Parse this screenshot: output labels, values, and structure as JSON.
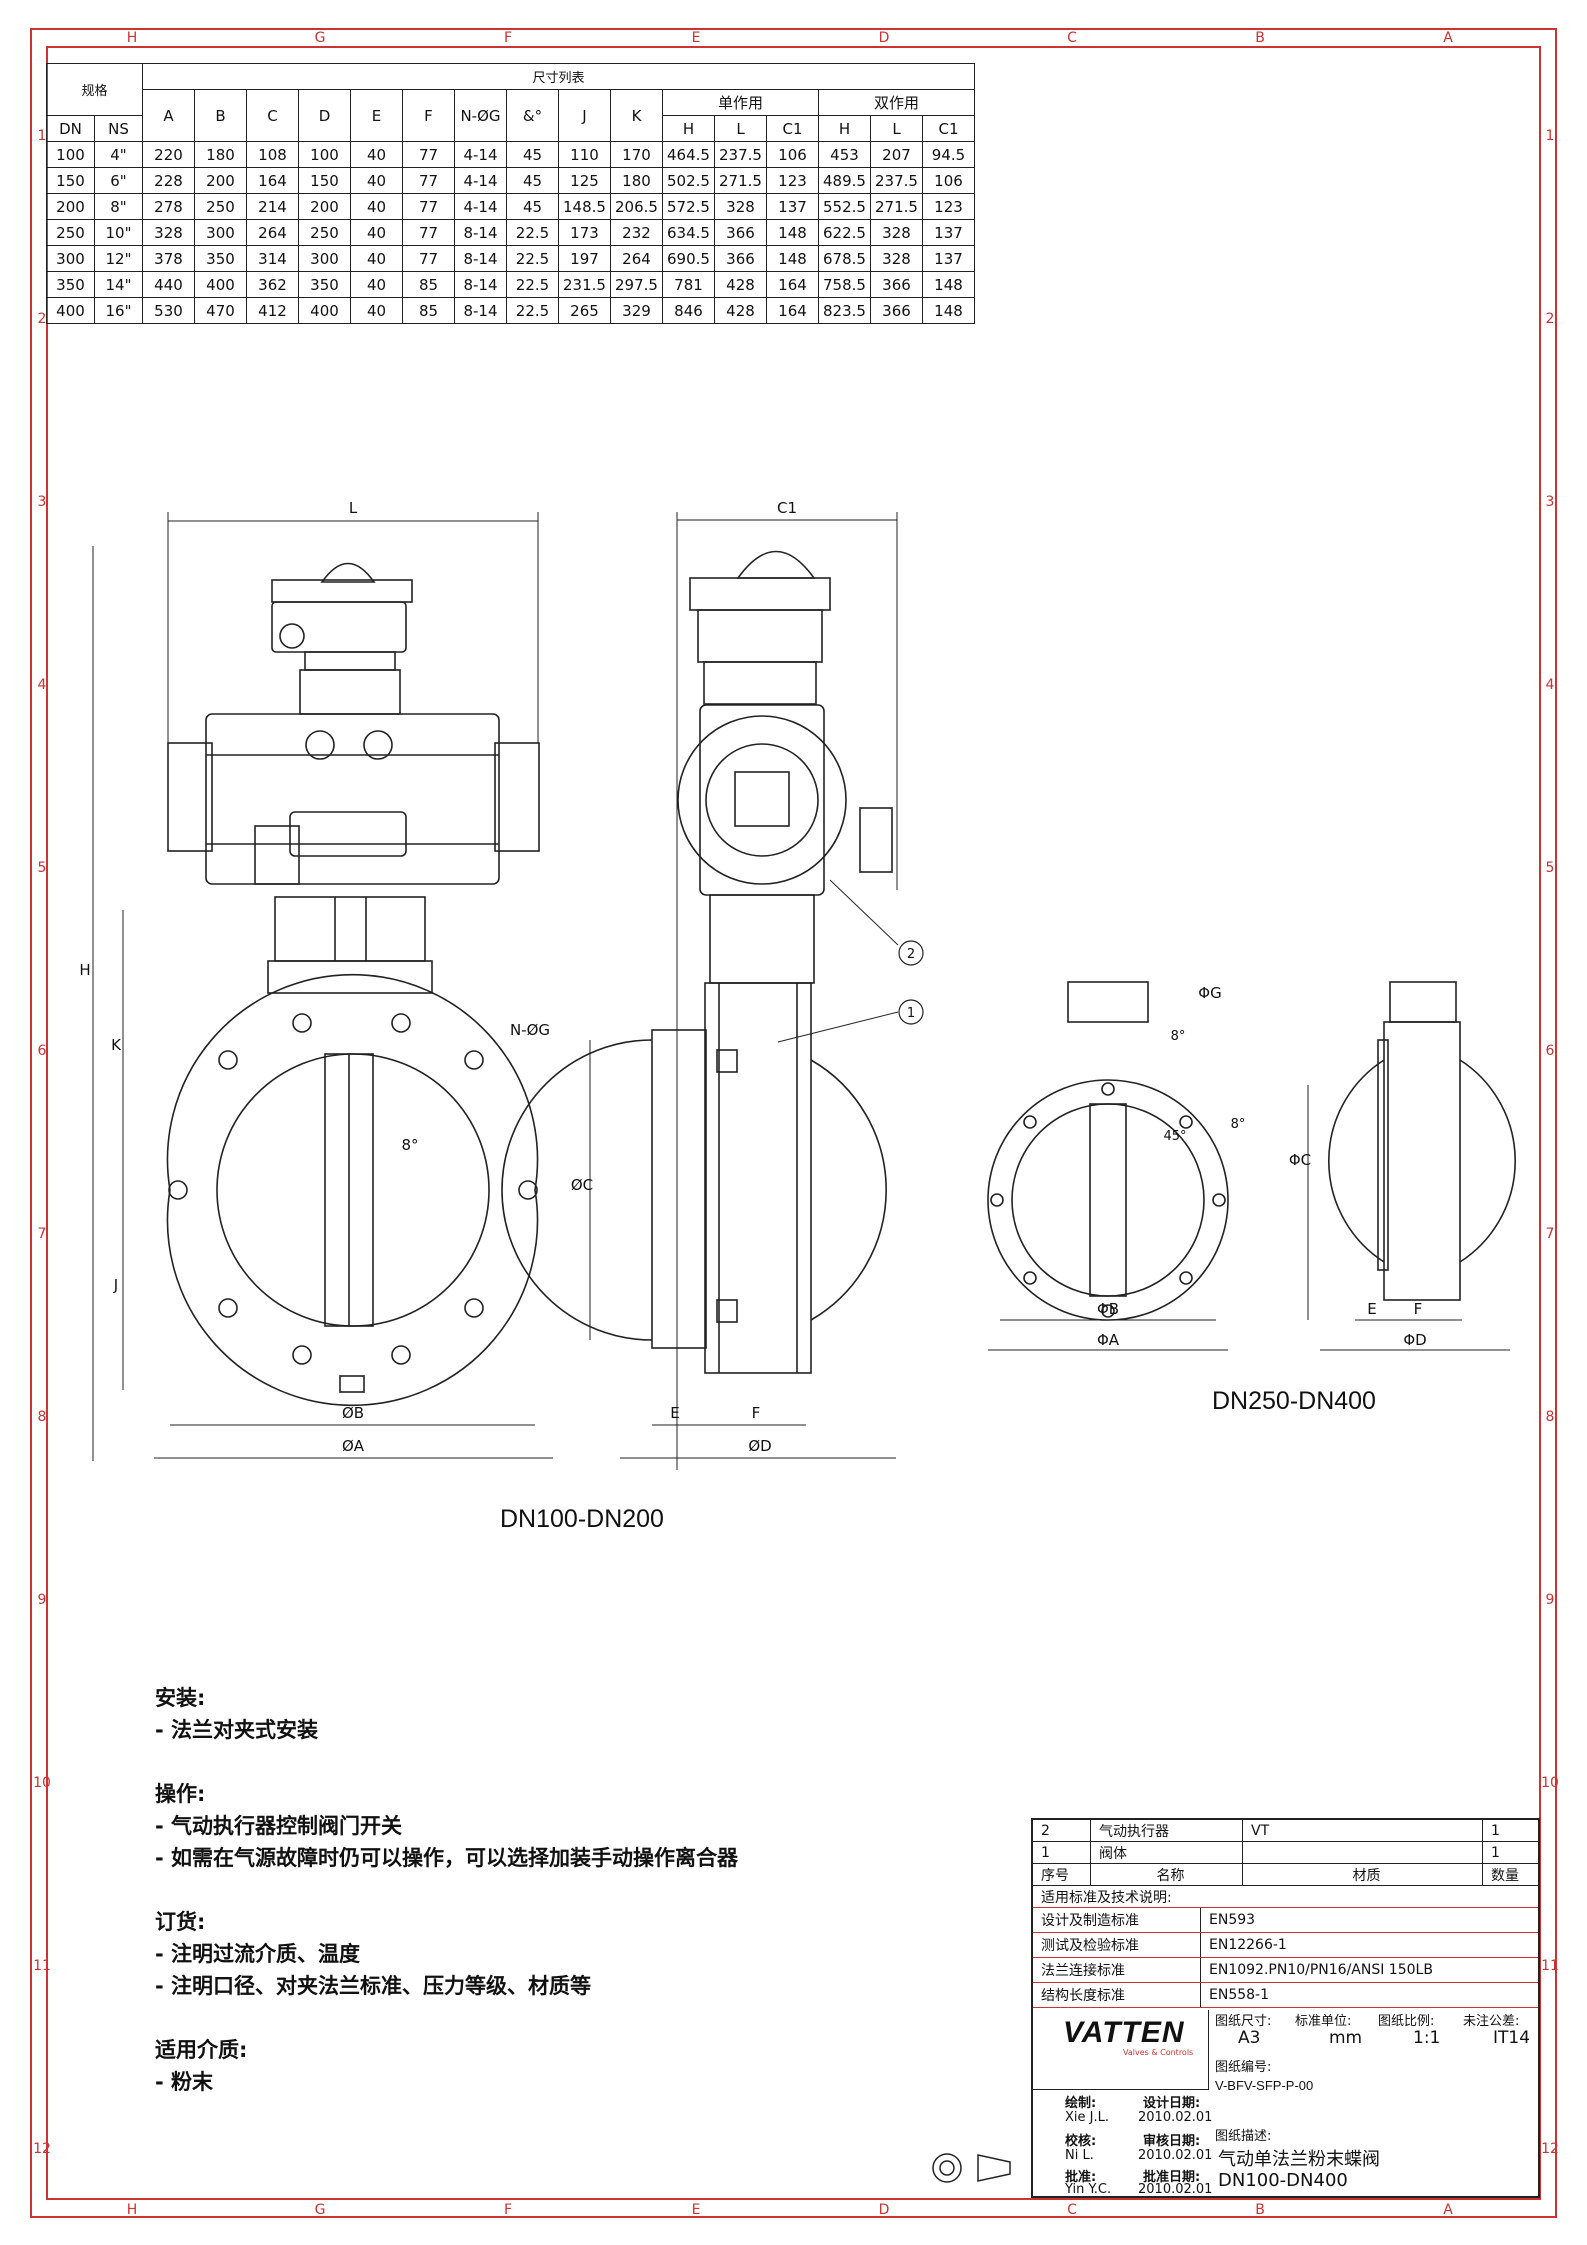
{
  "frame": {
    "columns": [
      "H",
      "G",
      "F",
      "E",
      "D",
      "C",
      "B",
      "A"
    ],
    "rows": [
      "1",
      "2",
      "3",
      "4",
      "5",
      "6",
      "7",
      "8",
      "9",
      "10",
      "11",
      "12"
    ]
  },
  "table": {
    "spec_label": "规格",
    "size_list_label": "尺寸列表",
    "single_label": "单作用",
    "double_label": "双作用",
    "columns": [
      "A",
      "B",
      "C",
      "D",
      "E",
      "F",
      "N-ØG",
      "&°",
      "J",
      "K"
    ],
    "single_cols": [
      "H",
      "L",
      "C1"
    ],
    "double_cols": [
      "H",
      "L",
      "C1"
    ],
    "dn_label": "DN",
    "ns_label": "NS",
    "rows": [
      [
        "100",
        "4\"",
        "220",
        "180",
        "108",
        "100",
        "40",
        "77",
        "4-14",
        "45",
        "110",
        "170",
        "464.5",
        "237.5",
        "106",
        "453",
        "207",
        "94.5"
      ],
      [
        "150",
        "6\"",
        "228",
        "200",
        "164",
        "150",
        "40",
        "77",
        "4-14",
        "45",
        "125",
        "180",
        "502.5",
        "271.5",
        "123",
        "489.5",
        "237.5",
        "106"
      ],
      [
        "200",
        "8\"",
        "278",
        "250",
        "214",
        "200",
        "40",
        "77",
        "4-14",
        "45",
        "148.5",
        "206.5",
        "572.5",
        "328",
        "137",
        "552.5",
        "271.5",
        "123"
      ],
      [
        "250",
        "10\"",
        "328",
        "300",
        "264",
        "250",
        "40",
        "77",
        "8-14",
        "22.5",
        "173",
        "232",
        "634.5",
        "366",
        "148",
        "622.5",
        "328",
        "137"
      ],
      [
        "300",
        "12\"",
        "378",
        "350",
        "314",
        "300",
        "40",
        "77",
        "8-14",
        "22.5",
        "197",
        "264",
        "690.5",
        "366",
        "148",
        "678.5",
        "328",
        "137"
      ],
      [
        "350",
        "14\"",
        "440",
        "400",
        "362",
        "350",
        "40",
        "85",
        "8-14",
        "22.5",
        "231.5",
        "297.5",
        "781",
        "428",
        "164",
        "758.5",
        "366",
        "148"
      ],
      [
        "400",
        "16\"",
        "530",
        "470",
        "412",
        "400",
        "40",
        "85",
        "8-14",
        "22.5",
        "265",
        "329",
        "846",
        "428",
        "164",
        "823.5",
        "366",
        "148"
      ]
    ]
  },
  "drawing_labels": {
    "L": "L",
    "C1": "C1",
    "H": "H",
    "K": "K",
    "J": "J",
    "phiC": "ØC",
    "phiB": "ØB",
    "phiA": "ØA",
    "phiD": "ØD",
    "E": "E",
    "F": "F",
    "NG": "N-ØG",
    "deg8": "8°",
    "balloon1": "1",
    "balloon2": "2",
    "small_phiG": "ΦG",
    "small_phiC": "ΦC",
    "small_phiB": "ΦB",
    "small_phiA": "ΦA",
    "small_phiD": "ΦD",
    "small_E": "E",
    "small_F": "F",
    "deg45": "45°",
    "deg8b": "8°",
    "deg8c": "8°"
  },
  "views": {
    "dn100_title": "DN100-DN200",
    "dn250_title": "DN250-DN400"
  },
  "notes": {
    "install_title": "安装:",
    "install_1": "- 法兰对夹式安装",
    "operate_title": "操作:",
    "operate_1": "- 气动执行器控制阀门开关",
    "operate_2": "- 如需在气源故障时仍可以操作，可以选择加装手动操作离合器",
    "order_title": "订货:",
    "order_1": "- 注明过流介质、温度",
    "order_2": "- 注明口径、对夹法兰标准、压力等级、材质等",
    "media_title": "适用介质:",
    "media_1": "- 粉末"
  },
  "title_block": {
    "parts": [
      {
        "no": "2",
        "name": "气动执行器",
        "material": "VT",
        "qty": "1"
      },
      {
        "no": "1",
        "name": "阀体",
        "material": "",
        "qty": "1"
      }
    ],
    "header": {
      "no": "序号",
      "name": "名称",
      "material": "材质",
      "qty": "数量"
    },
    "standards_title": "适用标准及技术说明:",
    "standards": [
      {
        "label": "设计及制造标准",
        "value": "EN593"
      },
      {
        "label": "测试及检验标准",
        "value": "EN12266-1"
      },
      {
        "label": "法兰连接标准",
        "value": "EN1092.PN10/PN16/ANSI 150LB"
      },
      {
        "label": "结构长度标准",
        "value": "EN558-1"
      }
    ],
    "logo": "VATTEN",
    "logo_sub": "Valves & Controls",
    "sheet_size_label": "图纸尺寸:",
    "sheet_size": "A3",
    "unit_label": "标准单位:",
    "unit": "mm",
    "scale_label": "图纸比例:",
    "scale": "1:1",
    "tolerance_label": "未注公差:",
    "tolerance": "IT14",
    "drawing_no_label": "图纸编号:",
    "drawing_no": "V-BFV-SFP-P-00",
    "desc_label": "图纸描述:",
    "desc_1": "气动单法兰粉末蝶阀",
    "desc_2": "DN100-DN400",
    "drawn_label": "绘制:",
    "drawn_by": "Xie J.L.",
    "design_date_label": "设计日期:",
    "design_date": "2010.02.01",
    "check_label": "校核:",
    "check_by": "Ni L.",
    "review_date_label": "审核日期:",
    "review_date": "2010.02.01",
    "approve_label": "批准:",
    "approve_by": "Yin Y.C.",
    "approve_date_label": "批准日期:",
    "approve_date": "2010.02.01"
  }
}
